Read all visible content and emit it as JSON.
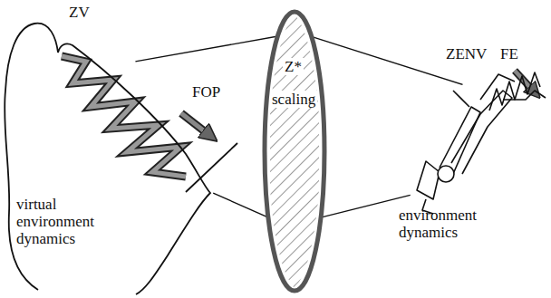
{
  "diagram": {
    "nodes": [
      {
        "text": [
          "virtual environment dynamics"
        ]
      },
      {
        "text": [
          "Z*",
          "scaling"
        ]
      },
      {
        "text": [
          "environment dynamics"
        ]
      }
    ],
    "edges": [
      {
        "from": 0,
        "to": 1,
        "arrow": "none"
      },
      {
        "from": 1,
        "to": 2,
        "arrow": "none"
      }
    ],
    "labels": [
      "ZV",
      "FOP",
      "ZENV",
      "FE"
    ]
  }
}
